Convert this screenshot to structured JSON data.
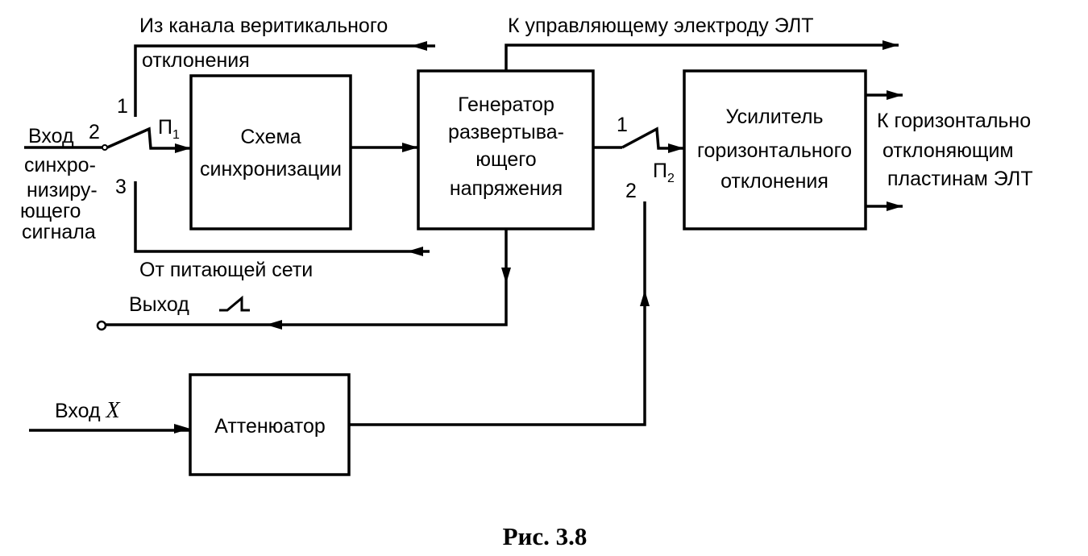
{
  "blocks": {
    "sync": [
      "Схема",
      "синхронизации"
    ],
    "generator": [
      "Генератор",
      "развертыва-",
      "ющего",
      "напряжения"
    ],
    "amplifier": [
      "Усилитель",
      "горизонтального",
      "отклонения"
    ],
    "attenuator": [
      "Аттенюатор"
    ]
  },
  "signals": {
    "from_vertical": [
      "Из канала веритикального",
      "отклонения"
    ],
    "to_crt_electrode": "К управляющему электроду ЭЛТ",
    "to_horizontal_plates": [
      "К горизонтально",
      "отклоняющим",
      "пластинам ЭЛТ"
    ],
    "sync_input": [
      "Вход",
      "синхро-",
      "низиру-",
      "ющего",
      "сигнала"
    ],
    "from_mains": "От питающей сети",
    "output": "Выход",
    "input_x": "Вход",
    "input_x_symbol": "X"
  },
  "switches": {
    "p1": {
      "letter": "П",
      "index": "1",
      "positions": [
        "1",
        "2",
        "3"
      ]
    },
    "p2": {
      "letter": "П",
      "index": "2",
      "positions": [
        "1",
        "2"
      ]
    }
  },
  "caption": "Рис. 3.8"
}
